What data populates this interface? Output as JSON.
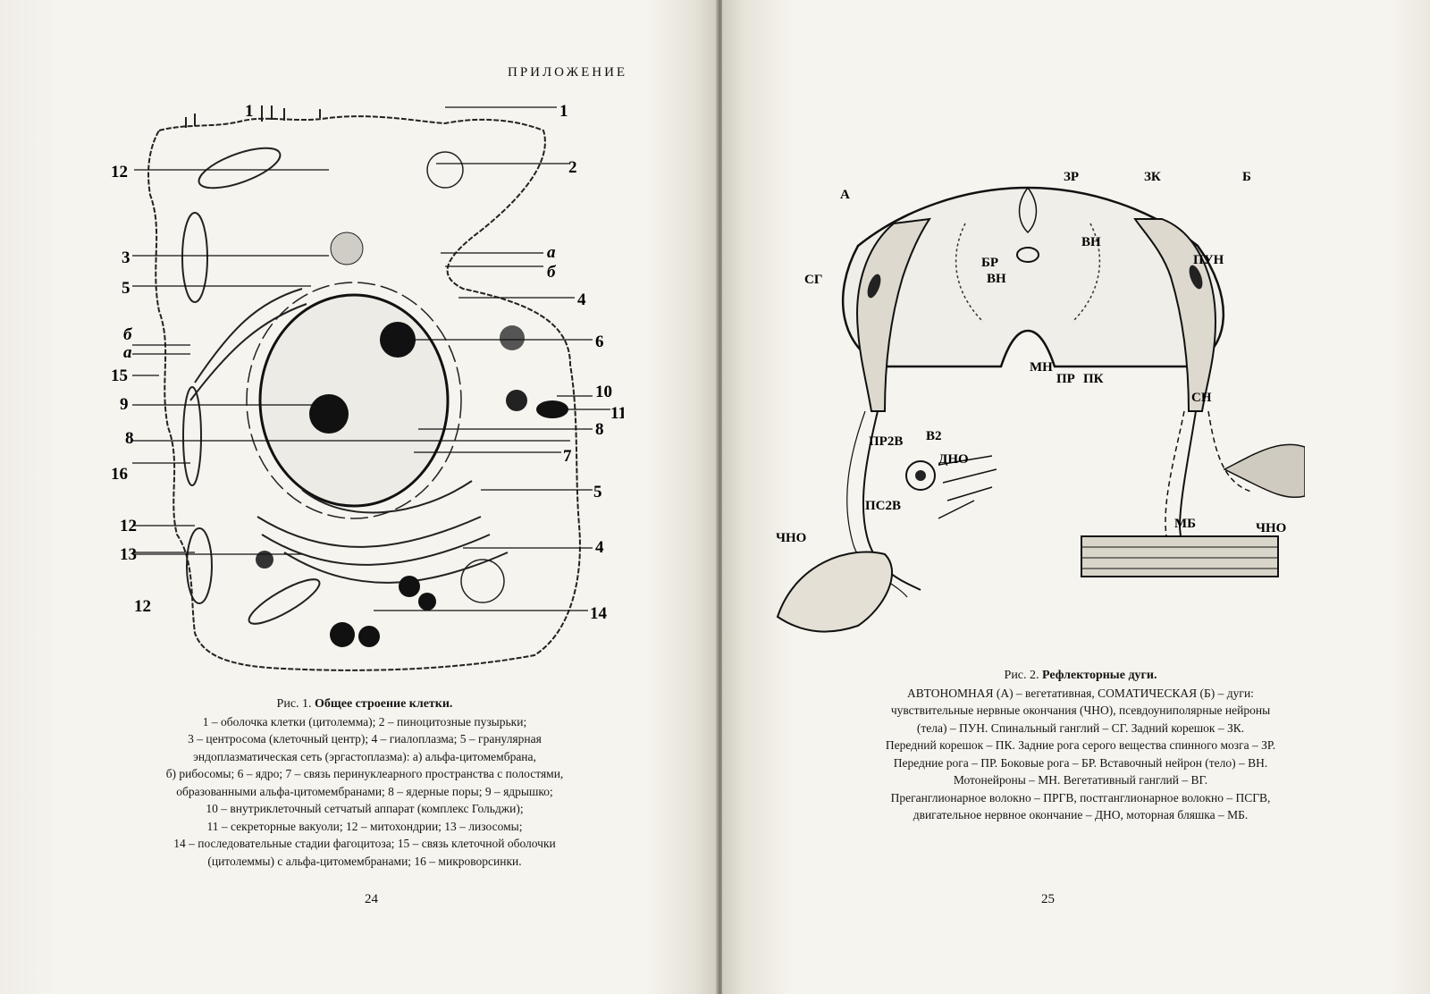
{
  "left_page": {
    "header": "ПРИЛОЖЕНИЕ",
    "figure_labels": {
      "l1a": "1",
      "l1b": "1",
      "l2": "2",
      "l12a": "12",
      "l3": "3",
      "la": "а",
      "lb": "б",
      "l5a": "5",
      "l4a": "4",
      "lb2": "б",
      "la2": "а",
      "l6": "6",
      "l15": "15",
      "l10": "10",
      "l9": "9",
      "l11": "11",
      "l8a": "8",
      "l8b": "8",
      "l16": "16",
      "l7": "7",
      "l5b": "5",
      "l12b": "12",
      "l4b": "4",
      "l13": "13",
      "l12c": "12",
      "l14": "14"
    },
    "caption": {
      "fig_prefix": "Рис. 1.",
      "fig_title": "Общее строение клетки.",
      "lines": [
        "1 – оболочка клетки (цитолемма); 2 – пиноцитозные пузырьки;",
        "3 – центросома (клеточный центр); 4 – гиалоплазма; 5 – гранулярная",
        "эндоплазматическая сеть (эргастоплазма): а) альфа-цитомембрана,",
        "б) рибосомы; 6 – ядро; 7 – связь перинуклеарного пространства с полостями,",
        "образованными альфа-цитомембранами; 8 – ядерные поры; 9 – ядрышко;",
        "10 – внутриклеточный сетчатый аппарат (комплекс Гольджи);",
        "11 – секреторные вакуоли; 12 – митохондрии; 13 – лизосомы;",
        "14 – последовательные стадии фагоцитоза; 15 – связь клеточной оболочки",
        "(цитолеммы) с альфа-цитомембранами; 16 – микроворсинки."
      ]
    },
    "page_number": "24"
  },
  "right_page": {
    "figure_labels": {
      "A": "А",
      "B": "Б",
      "ZR": "ЗР",
      "ZK": "ЗК",
      "VN1": "ВН",
      "BR": "БР",
      "VN2": "ВН",
      "PUN": "ПУН",
      "SG": "СГ",
      "MN": "МН",
      "PR": "ПР",
      "PK": "ПК",
      "SN": "СН",
      "PR2V": "ПР2В",
      "V2": "В2",
      "DNO": "ДНО",
      "PS2V": "ПС2В",
      "CHNO1": "ЧНО",
      "MB": "МБ",
      "CHNO2": "ЧНО"
    },
    "caption": {
      "fig_prefix": "Рис. 2.",
      "fig_title": "Рефлекторные дуги.",
      "lines": [
        "АВТОНОМНАЯ (А) – вегетативная, СОМАТИЧЕСКАЯ (Б) – дуги:",
        "чувствительные нервные окончания (ЧНО), псевдоуниполярные нейроны",
        "(тела) – ПУН. Спинальный ганглий – СГ. Задний корешок – ЗК.",
        "Передний корешок – ПК. Задние рога серого вещества спинного мозга – ЗР.",
        "Передние рога – ПР. Боковые рога – БР. Вставочный нейрон (тело) – ВН.",
        "Мотонейроны – МН. Вегетативный ганглий – ВГ.",
        "Преганглионарное волокно – ПРГВ, постганглионарное волокно – ПСГВ,",
        "двигательное нервное окончание – ДНО, моторная бляшка – МБ."
      ]
    },
    "page_number": "25"
  }
}
